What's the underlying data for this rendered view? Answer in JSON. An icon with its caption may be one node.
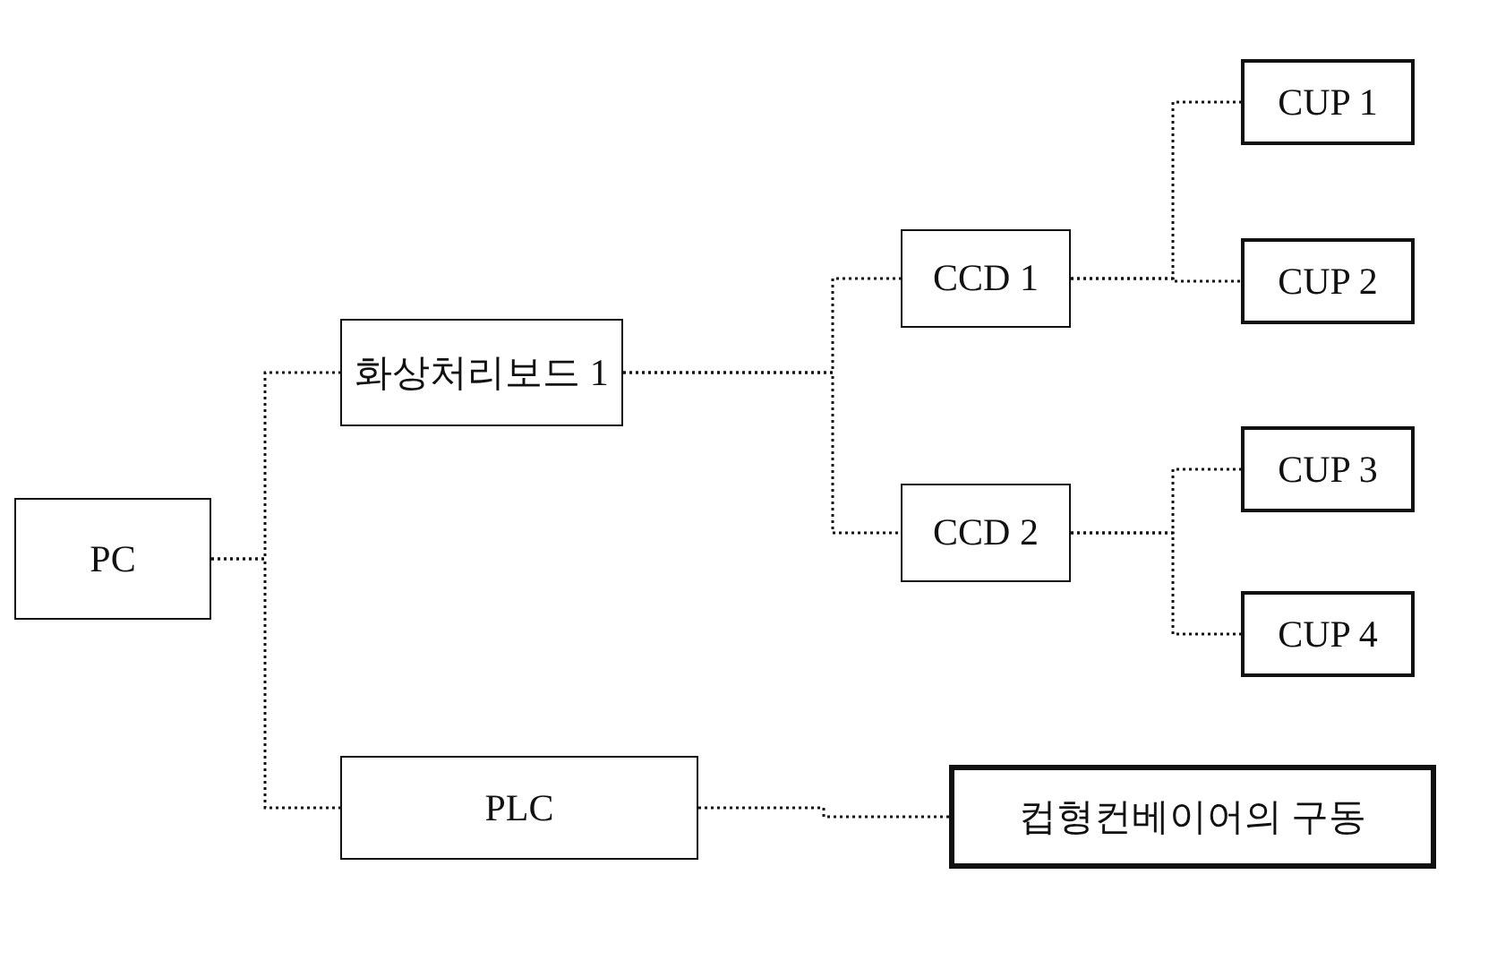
{
  "diagram": {
    "nodes": [
      {
        "text": [
          "PC"
        ]
      },
      {
        "text": [
          "화상처리보드 1"
        ]
      },
      {
        "text": [
          "CCD 1"
        ]
      },
      {
        "text": [
          "CCD 2"
        ]
      },
      {
        "text": [
          "CUP 1"
        ]
      },
      {
        "text": [
          "CUP 2"
        ]
      },
      {
        "text": [
          "CUP 3"
        ]
      },
      {
        "text": [
          "CUP 4"
        ]
      },
      {
        "text": [
          "PLC"
        ]
      },
      {
        "text": [
          "컵형컨베이어의 구동"
        ]
      }
    ],
    "edges": [
      {
        "from": 0,
        "to": 1,
        "arrow": "none"
      },
      {
        "from": 0,
        "to": 8,
        "arrow": "none"
      },
      {
        "from": 1,
        "to": 2,
        "arrow": "none"
      },
      {
        "from": 1,
        "to": 3,
        "arrow": "none"
      },
      {
        "from": 2,
        "to": 4,
        "arrow": "none"
      },
      {
        "from": 2,
        "to": 5,
        "arrow": "none"
      },
      {
        "from": 3,
        "to": 6,
        "arrow": "none"
      },
      {
        "from": 3,
        "to": 7,
        "arrow": "none"
      },
      {
        "from": 8,
        "to": 9,
        "arrow": "none"
      }
    ]
  }
}
